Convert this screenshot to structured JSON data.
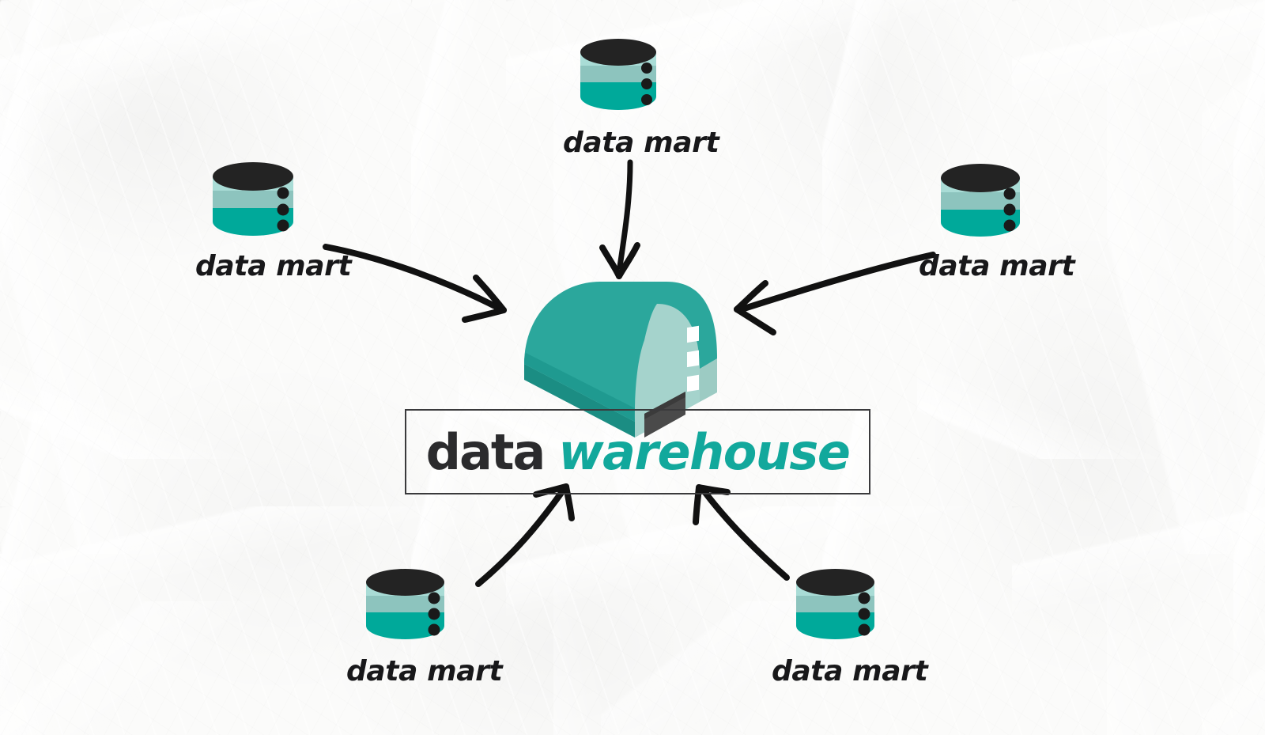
{
  "diagram": {
    "title_plain": "data",
    "title_accent": "warehouse",
    "colors": {
      "accent_teal": "#12a89c",
      "roof_teal": "#2ba79c",
      "roof_shadow": "#1b8d83",
      "facade_mint": "#a5d3cc",
      "db_top_dark": "#232323",
      "db_band_light": "#a9dcd6",
      "db_band_mid": "#8dc4be",
      "db_band_teal": "#00a99a",
      "ink_black": "#111111",
      "box_border": "#3a3a3c",
      "paper": "#f8f8f7"
    },
    "center_node": {
      "name": "data warehouse",
      "icon": "warehouse-building-icon"
    },
    "source_nodes": [
      {
        "id": "top",
        "label": "data mart",
        "icon": "database-cylinder-icon",
        "position": "top-center"
      },
      {
        "id": "upper-left",
        "label": "data mart",
        "icon": "database-cylinder-icon",
        "position": "upper-left"
      },
      {
        "id": "upper-right",
        "label": "data mart",
        "icon": "database-cylinder-icon",
        "position": "upper-right"
      },
      {
        "id": "lower-left",
        "label": "data mart",
        "icon": "database-cylinder-icon",
        "position": "lower-left"
      },
      {
        "id": "lower-right",
        "label": "data mart",
        "icon": "database-cylinder-icon",
        "position": "lower-right"
      }
    ],
    "arrows": [
      {
        "id": "arrow-top",
        "from": "top",
        "to": "data warehouse",
        "direction": "down"
      },
      {
        "id": "arrow-upper-left",
        "from": "upper-left",
        "to": "data warehouse",
        "direction": "down-right"
      },
      {
        "id": "arrow-upper-right",
        "from": "upper-right",
        "to": "data warehouse",
        "direction": "down-left"
      },
      {
        "id": "arrow-lower-left",
        "from": "lower-left",
        "to": "data warehouse",
        "direction": "up-right"
      },
      {
        "id": "arrow-lower-right",
        "from": "lower-right",
        "to": "data warehouse",
        "direction": "up-left"
      }
    ]
  }
}
